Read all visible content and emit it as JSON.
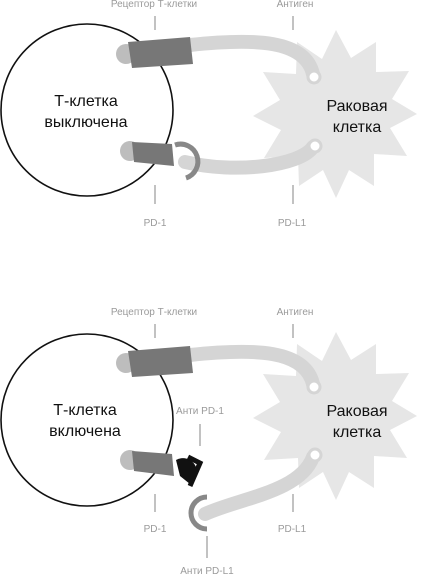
{
  "panels": [
    {
      "state": "off",
      "tcell_line1": "Т-клетка",
      "tcell_line2": "выключена",
      "cancer_line1": "Раковая",
      "cancer_line2": "клетка",
      "label_receptor": "Рецептор Т-клетки",
      "label_antigen": "Антиген",
      "label_pd1": "PD-1",
      "label_pdl1": "PD-L1"
    },
    {
      "state": "on",
      "tcell_line1": "Т-клетка",
      "tcell_line2": "включена",
      "cancer_line1": "Раковая",
      "cancer_line2": "клетка",
      "label_receptor": "Рецептор Т-клетки",
      "label_antigen": "Антиген",
      "label_pd1": "PD-1",
      "label_pdl1": "PD-L1",
      "label_anti_pd1": "Анти PD-1",
      "label_anti_pdl1": "Анти PD-L1"
    }
  ],
  "colors": {
    "cancer_fill": "#e6e6e6",
    "ligand_light": "#d5d5d5",
    "receptor_dark": "#777777",
    "receptor_base": "#bdbdbd",
    "anti_pd1": "#111111",
    "anti_pdl1": "#888888",
    "label_gray": "#9a9a9a"
  }
}
